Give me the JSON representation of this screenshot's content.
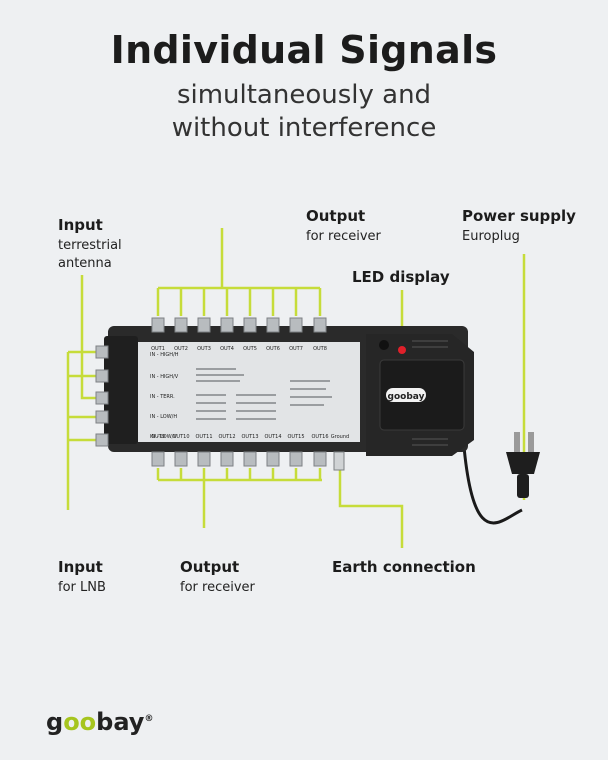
{
  "header": {
    "title": "Individual Signals",
    "subtitle_line1": "simultaneously and",
    "subtitle_line2": "without interference"
  },
  "callouts": {
    "input_terrestrial": {
      "heading": "Input",
      "line1": "terrestrial",
      "line2": "antenna"
    },
    "output_top": {
      "heading": "Output",
      "line1": "for receiver"
    },
    "power_supply": {
      "heading": "Power supply",
      "line1": "Europlug"
    },
    "led_display": {
      "heading": "LED display"
    },
    "input_lnb": {
      "heading": "Input",
      "line1": "for LNB"
    },
    "output_bottom": {
      "heading": "Output",
      "line1": "for receiver"
    },
    "earth": {
      "heading": "Earth connection"
    }
  },
  "device": {
    "brand": "goobay",
    "top_ports": [
      "OUT1",
      "OUT2",
      "OUT3",
      "OUT4",
      "OUT5",
      "OUT6",
      "OUT7",
      "OUT8"
    ],
    "bottom_ports": [
      "OUT9",
      "OUT10",
      "OUT11",
      "OUT12",
      "OUT13",
      "OUT14",
      "OUT15",
      "OUT16"
    ],
    "ground_label": "Ground",
    "inputs": [
      "IN - HIGH/H",
      "IN - HIGH/V",
      "IN - TERR.",
      "IN - LOW/H",
      "IN - LOW/V"
    ]
  },
  "footer": {
    "logo_prefix": "g",
    "logo_mid": "oo",
    "logo_suffix": "bay",
    "mark": "®"
  },
  "colors": {
    "accent": "#c6dc3a",
    "device_dark": "#2a2a2a",
    "device_panel": "#e2e4e6",
    "led": "#e0202a"
  }
}
